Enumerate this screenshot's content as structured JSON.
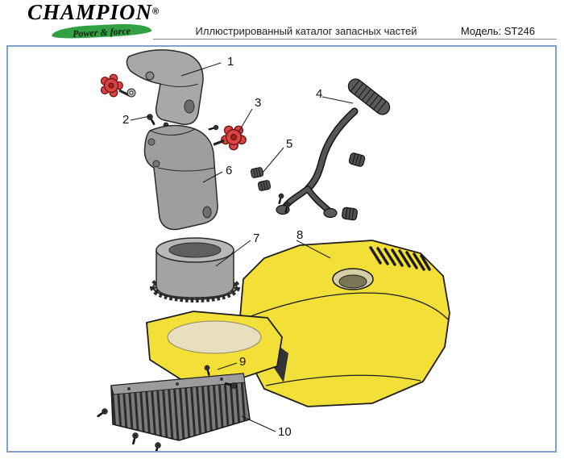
{
  "header": {
    "brand": "CHAMPION",
    "reg": "®",
    "tagline": "Power & force",
    "title": "Иллюстрированный каталог запасных частей",
    "model": "Модель: ST246"
  },
  "colors": {
    "logo_green": "#33a043",
    "frame_border": "#7fa3c8",
    "part_yellow": "#f2df38",
    "part_red": "#d84343",
    "part_gray": "#a8a8a8",
    "part_dark": "#4f4f4f"
  },
  "diagram": {
    "callouts": [
      {
        "label": "1"
      },
      {
        "label": "2"
      },
      {
        "label": "3"
      },
      {
        "label": "4"
      },
      {
        "label": "5"
      },
      {
        "label": "6"
      },
      {
        "label": "7"
      },
      {
        "label": "8"
      },
      {
        "label": "9"
      },
      {
        "label": "10"
      }
    ]
  }
}
